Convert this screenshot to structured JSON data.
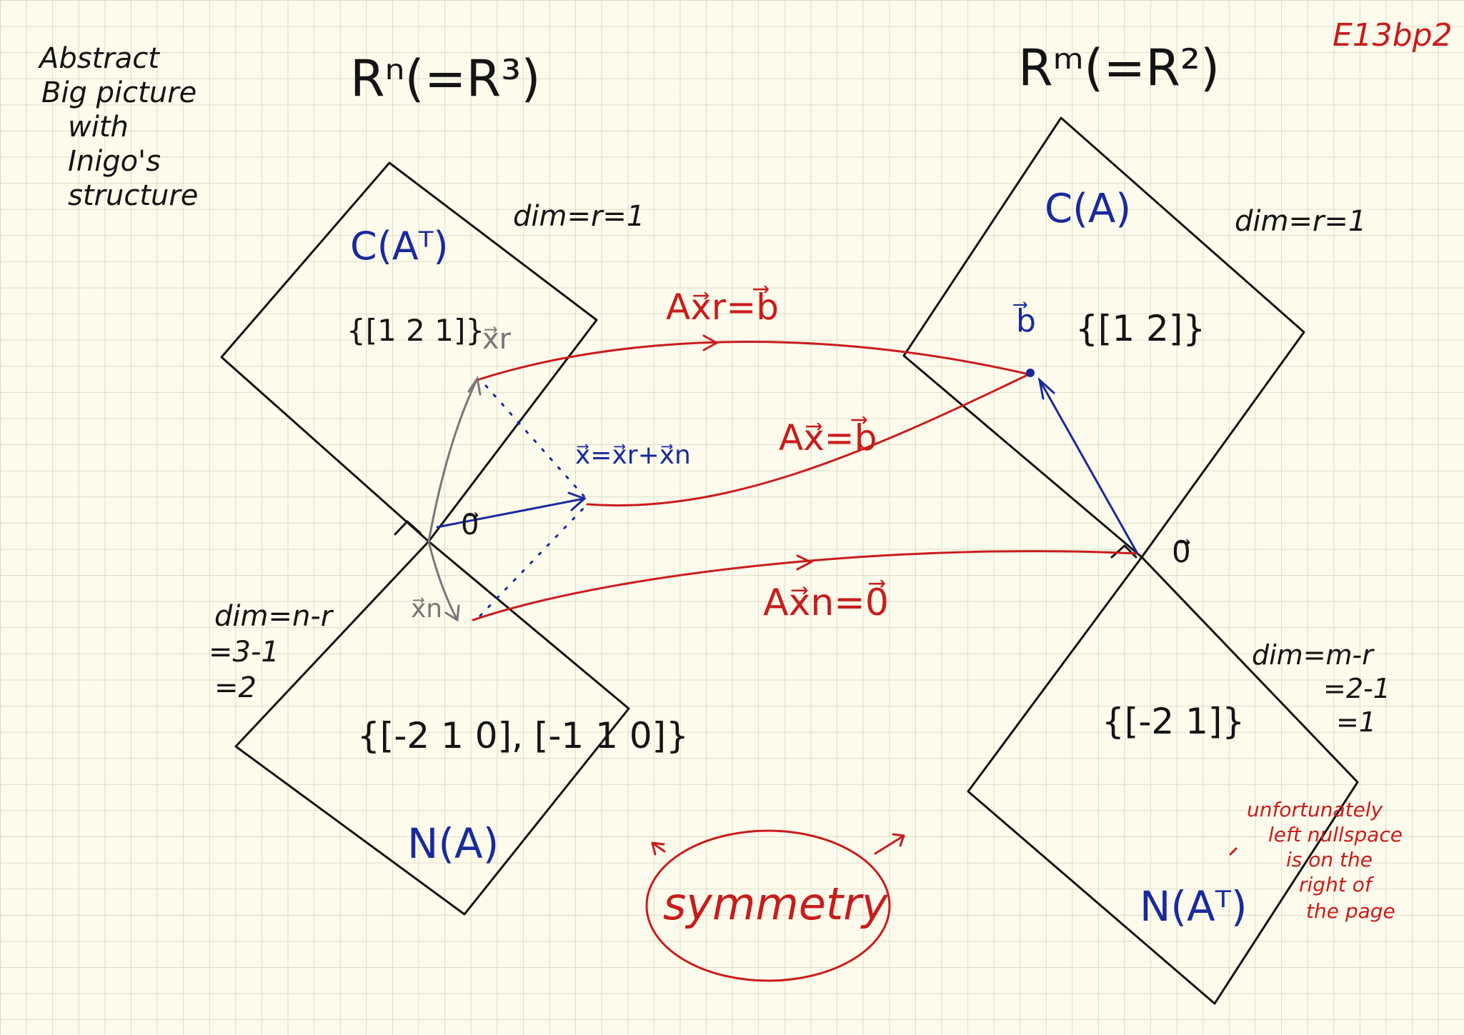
{
  "page": {
    "tag": "E13bp2"
  },
  "notes": {
    "title_lines": [
      "Abstract",
      "Big picture",
      "with",
      "Inigo's",
      "structure"
    ]
  },
  "left_space": {
    "header": "Rⁿ(=R³)",
    "row_space": {
      "label": "C(Aᵀ)",
      "dim": "dim=r=1",
      "basis": "{[1 2 1]}"
    },
    "null_space": {
      "label": "N(A)",
      "dim_lines": [
        "dim=n-r",
        "=3-1",
        "=2"
      ],
      "basis": "{[-2 1 0], [-1 1 0]}"
    },
    "origin": "0⃗",
    "x_r": "x⃗r",
    "x_n": "x⃗n",
    "x_eq": "x⃗=x⃗r+x⃗n"
  },
  "right_space": {
    "header": "Rᵐ(=R²)",
    "column_space": {
      "label": "C(A)",
      "dim": "dim=r=1",
      "basis": "{[1 2]}"
    },
    "left_null_space": {
      "label": "N(Aᵀ)",
      "dim_lines": [
        "dim=m-r",
        "=2-1",
        "=1"
      ],
      "basis": "{[-2 1]}"
    },
    "origin": "0⃗",
    "b": "b⃗"
  },
  "mappings": {
    "row_map": "Ax⃗r=b⃗",
    "full_map": "Ax⃗=b⃗",
    "null_map": "Ax⃗n=0⃗"
  },
  "annotations": {
    "symmetry": "symmetry",
    "note_lines": [
      "unfortunately",
      "left nullspace",
      "is on the",
      "right of",
      "the page"
    ]
  }
}
